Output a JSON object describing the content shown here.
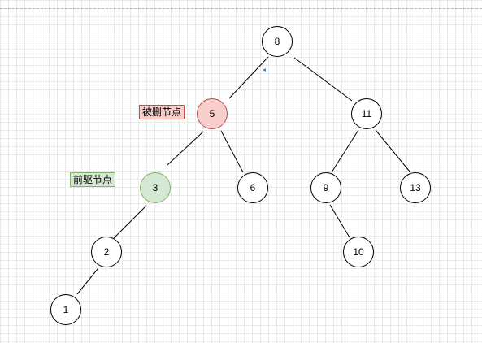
{
  "nodes": {
    "n8": "8",
    "n5": "5",
    "n11": "11",
    "n3": "3",
    "n6": "6",
    "n9": "9",
    "n13": "13",
    "n2": "2",
    "n10": "10",
    "n1": "1"
  },
  "labels": {
    "deleted_node": "被删节点",
    "predecessor_node": "前驱节点"
  },
  "colors": {
    "deleted_fill": "#f8cecc",
    "deleted_stroke": "#b85450",
    "predecessor_fill": "#d5e8d4",
    "predecessor_stroke": "#82b366",
    "edge": "#000000",
    "marker": "#1f8fe0"
  }
}
